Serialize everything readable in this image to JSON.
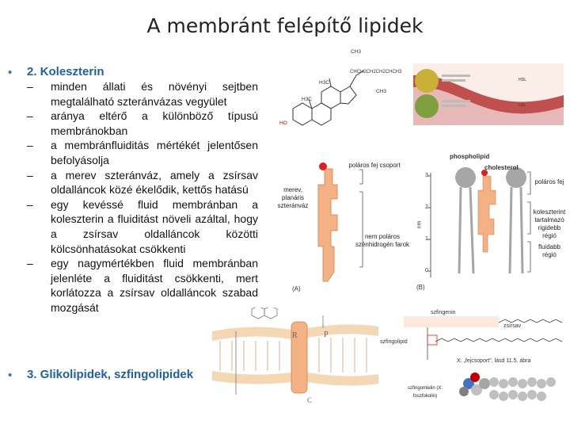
{
  "title": "A membránt felépítő lipidek",
  "section1": {
    "heading": "2. Koleszterin",
    "items": [
      "minden állati és növényi sejtben megtalálható szteránvázas vegyület",
      "aránya eltérő a különböző típusú membránokban",
      "a membránfluiditás mértékét jelentősen befolyásolja",
      "a merev szteránváz, amely a zsírsav oldalláncok közé ékelődik, kettős hatású",
      "egy kevéssé fluid membránban a koleszterin a fluiditást növeli azáltal, hogy a zsírsav oldalláncok közötti kölcsönhatásokat csökkenti",
      "egy nagymértékben fluid membránban jelenléte a fluiditást csökkenti, mert korlátozza a zsírsav oldalláncok szabad mozgását"
    ]
  },
  "section2": {
    "heading": "3. Glikolipidek, szfingolipidek"
  },
  "bullet_char": "•",
  "dash_char": "–",
  "diagram": {
    "formula": {
      "ch3_top": "CH3",
      "side_chain": "CHCH2CH2CH2CHCH3",
      "ch3_right": "CH3",
      "h3c_a": "H3C",
      "h3c_b": "H3C",
      "ho": "HO"
    },
    "left_labels": {
      "merev": "merev, planáris szteránváz",
      "polaros_fej": "poláros fej csoport",
      "nem_polaros": "nem poláros szénhidrogén farok",
      "A": "(A)",
      "B": "(B)"
    },
    "right_labels": {
      "phospholipid": "phospholipid",
      "cholesterol": "cholesterol",
      "polaros_fej": "poláros fej",
      "koleszterint": "koleszterint tartalmazó rigidebb régió",
      "fluidabb": "fluidabb régió",
      "nm": "nm",
      "tick3": "3",
      "tick2": "2",
      "tick1": "1",
      "tick0": "0"
    },
    "vessel": {
      "top_label": "HDL",
      "bottom_label": "LDL"
    },
    "sphingo": {
      "szfingenin": "szfingenin",
      "zsirsav": "zsírsav",
      "szfingolipid": "szfingolipid",
      "x_label": "X: „fejcsoport\", lásd 11.5. ábra",
      "caption": "szfingomielin (X: foszfokolin)",
      "R": "R",
      "P": "P",
      "C": "C"
    }
  },
  "colors": {
    "bullet": "#2e75b6",
    "heading": "#1f5fa8",
    "orange": "#f4b183",
    "red": "#e0201c",
    "gray": "#a6a6a6"
  }
}
